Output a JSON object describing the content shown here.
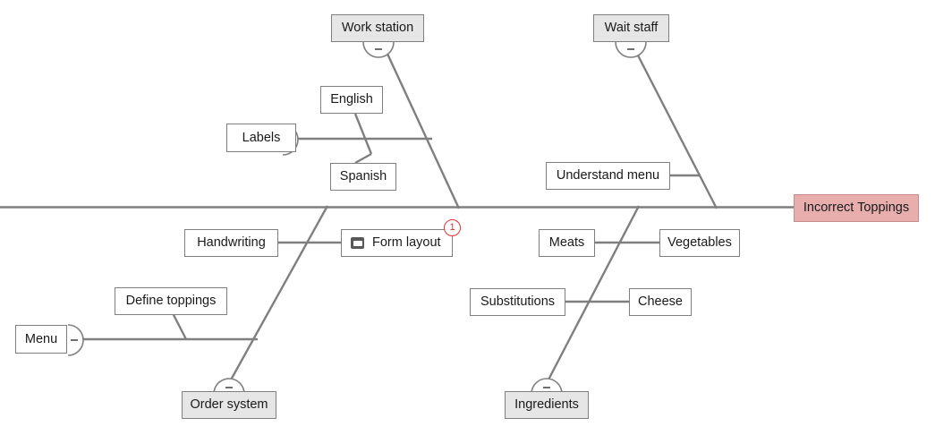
{
  "diagram": {
    "type": "fishbone-ishikawa",
    "title": "Incorrect Toppings",
    "colors": {
      "head_fill": "#e8aeae",
      "head_border": "#c98c8c",
      "category_fill": "#e6e6e6",
      "cause_fill": "#ffffff",
      "line": "#7f7f7f",
      "badge": "#e03030",
      "text": "#1a1a1a"
    },
    "head": {
      "label": "Incorrect Toppings"
    },
    "categories": [
      {
        "id": "work-station",
        "label": "Work station",
        "side": "top",
        "collapsed": true
      },
      {
        "id": "wait-staff",
        "label": "Wait staff",
        "side": "top",
        "collapsed": true
      },
      {
        "id": "order-system",
        "label": "Order system",
        "side": "bottom",
        "collapsed": true
      },
      {
        "id": "ingredients",
        "label": "Ingredients",
        "side": "bottom",
        "collapsed": true
      }
    ],
    "causes": [
      {
        "id": "labels",
        "label": "Labels",
        "parent": "work-station",
        "collapsed": true
      },
      {
        "id": "english",
        "label": "English",
        "parent": "labels"
      },
      {
        "id": "spanish",
        "label": "Spanish",
        "parent": "labels"
      },
      {
        "id": "understand-menu",
        "label": "Understand menu",
        "parent": "wait-staff"
      },
      {
        "id": "handwriting",
        "label": "Handwriting",
        "parent": "form-layout"
      },
      {
        "id": "form-layout",
        "label": "Form layout",
        "parent": "order-system",
        "icon": "note-icon",
        "badge": "1"
      },
      {
        "id": "menu",
        "label": "Menu",
        "parent": "order-system",
        "collapsed": true
      },
      {
        "id": "define-toppings",
        "label": "Define toppings",
        "parent": "menu"
      },
      {
        "id": "meats",
        "label": "Meats",
        "parent": "vegetables"
      },
      {
        "id": "vegetables",
        "label": "Vegetables",
        "parent": "ingredients"
      },
      {
        "id": "substitutions",
        "label": "Substitutions",
        "parent": "cheese"
      },
      {
        "id": "cheese",
        "label": "Cheese",
        "parent": "ingredients"
      }
    ],
    "handles": {
      "collapse_glyph": "–",
      "count": 6
    },
    "badges": [
      {
        "on": "form-layout",
        "value": "1",
        "kind": "comment-count"
      }
    ]
  }
}
